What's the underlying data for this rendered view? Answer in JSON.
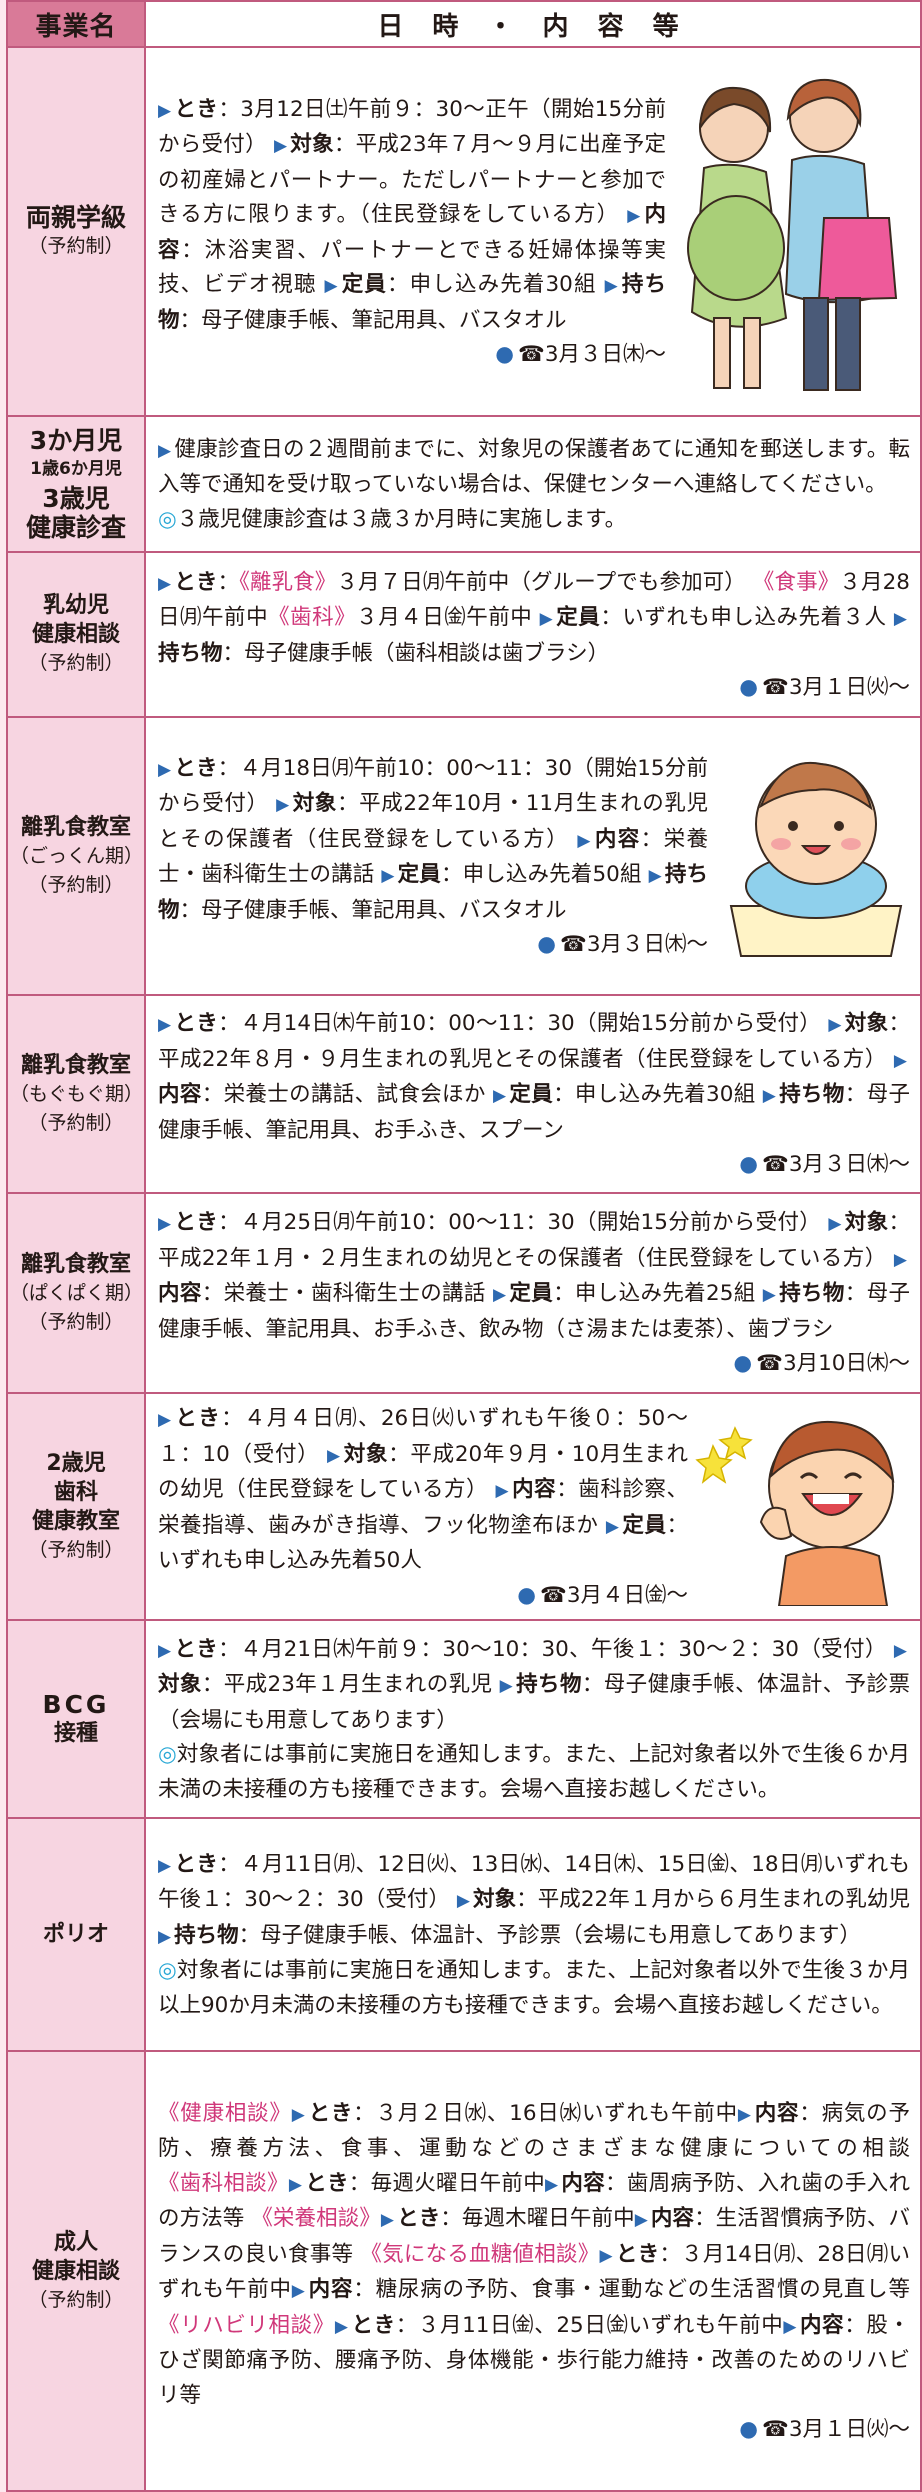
{
  "header": {
    "name": "事業名",
    "detail": "日 時 ・ 内 容 等"
  },
  "labels": {
    "toki": "とき",
    "taisho": "対象",
    "naiyo": "内容",
    "teiin": "定員",
    "mochimono": "持ち物",
    "colon": "：",
    "arrow": "▶",
    "dot": "●",
    "tel": "☎",
    "circle": "◎"
  },
  "rows": [
    {
      "name": [
        "両親学級",
        "（予約制）"
      ],
      "toki": "3月12日㈯午前９：30～正午（開始15分前から受付）",
      "taisho": "平成23年７月～９月に出産予定の初産婦とパートナー。ただしパートナーと参加できる方に限ります。（住民登録をしている方）",
      "naiyo": "沐浴実習、パートナーとできる妊婦体操等実技、ビデオ視聴",
      "teiin": "申し込み先着30組",
      "mochimono": "母子健康手帳、筆記用具、バスタオル",
      "contact": "3月３日㈭～"
    },
    {
      "name": [
        "3か月児",
        "1歳6か月児",
        "3歳児",
        "健康診査"
      ],
      "text": "健康診査日の２週間前までに、対象児の保護者あてに通知を郵送します。転入等で通知を受け取っていない場合は、保健センターへ連絡してください。",
      "note": "３歳児健康診査は３歳３か月時に実施します。"
    },
    {
      "name": [
        "乳幼児",
        "健康相談",
        "（予約制）"
      ],
      "cat1": "《離乳食》",
      "t1": "３月７日㈪午前中（グループでも参加可）",
      "cat2": "《食事》",
      "t2": "３月28日㈪午前中",
      "cat3": "《歯科》",
      "t3": "３月４日㈮午前中",
      "teiin": "いずれも申し込み先着３人",
      "mochimono": "母子健康手帳（歯科相談は歯ブラシ）",
      "contact": "3月１日㈫～"
    },
    {
      "name": [
        "離乳食教室",
        "（ごっくん期）",
        "（予約制）"
      ],
      "toki": "４月18日㈪午前10：00～11：30（開始15分前から受付）",
      "taisho": "平成22年10月・11月生まれの乳児とその保護者（住民登録をしている方）",
      "naiyo": "栄養士・歯科衛生士の講話",
      "teiin": "申し込み先着50組",
      "mochimono": "母子健康手帳、筆記用具、バスタオル",
      "contact": "3月３日㈭～"
    },
    {
      "name": [
        "離乳食教室",
        "（もぐもぐ期）",
        "（予約制）"
      ],
      "toki": "４月14日㈭午前10：00～11：30（開始15分前から受付）",
      "taisho": "平成22年８月・９月生まれの乳児とその保護者（住民登録をしている方）",
      "naiyo": "栄養士の講話、試食会ほか",
      "teiin": "申し込み先着30組",
      "mochimono": "母子健康手帳、筆記用具、お手ふき、スプーン",
      "contact": "3月３日㈭～"
    },
    {
      "name": [
        "離乳食教室",
        "（ぱくぱく期）",
        "（予約制）"
      ],
      "toki": "４月25日㈪午前10：00～11：30（開始15分前から受付）",
      "taisho": "平成22年１月・２月生まれの幼児とその保護者（住民登録をしている方）",
      "naiyo": "栄養士・歯科衛生士の講話",
      "teiin": "申し込み先着25組",
      "mochimono": "母子健康手帳、筆記用具、お手ふき、飲み物（さ湯または麦茶）、歯ブラシ",
      "contact": "3月10日㈭～"
    },
    {
      "name": [
        "2歳児",
        "歯科",
        "健康教室",
        "（予約制）"
      ],
      "toki": "４月４日㈪、26日㈫いずれも午後０：50～１：10（受付）",
      "taisho": "平成20年９月・10月生まれの幼児（住民登録をしている方）",
      "naiyo": "歯科診察、栄養指導、歯みがき指導、フッ化物塗布ほか",
      "teiin": "いずれも申し込み先着50人",
      "contact": "3月４日㈮～"
    },
    {
      "name": [
        "BCG",
        "接種"
      ],
      "toki": "４月21日㈭午前９：30～10：30、午後１：30～２：30（受付）",
      "taisho": "平成23年１月生まれの乳児",
      "mochimono": "母子健康手帳、体温計、予診票（会場にも用意してあります）",
      "note": "対象者には事前に実施日を通知します。また、上記対象者以外で生後６か月未満の未接種の方も接種できます。会場へ直接お越しください。"
    },
    {
      "name": [
        "ポリオ"
      ],
      "toki": "４月11日㈪、12日㈫、13日㈬、14日㈭、15日㈮、18日㈪いずれも午後１：30～２：30（受付）",
      "taisho": "平成22年１月から６月生まれの乳幼児",
      "mochimono": "母子健康手帳、体温計、予診票（会場にも用意してあります）",
      "note": "対象者には事前に実施日を通知します。また、上記対象者以外で生後３か月以上90か月未満の未接種の方も接種できます。会場へ直接お越しください。"
    },
    {
      "name": [
        "成人",
        "健康相談",
        "（予約制）"
      ],
      "cat1": "《健康相談》",
      "toki1": "３月２日㈬、16日㈬いずれも午前中",
      "naiyo1": "病気の予防、療養方法、食事、運動などのさまざまな健康についての相談",
      "cat2": "《歯科相談》",
      "toki2": "毎週火曜日午前中",
      "naiyo2": "歯周病予防、入れ歯の手入れの方法等",
      "cat3": "《栄養相談》",
      "toki3": "毎週木曜日午前中",
      "naiyo3": "生活習慣病予防、バランスの良い食事等",
      "cat4": "《気になる血糖値相談》",
      "toki4": "３月14日㈪、28日㈪いずれも午前中",
      "naiyo4": "糖尿病の予防、食事・運動などの生活習慣の見直し等",
      "cat5": "《リハビリ相談》",
      "toki5": "３月11日㈮、25日㈮いずれも午前中",
      "naiyo5": "股・ひざ関節痛予防、腰痛予防、身体機能・歩行能力維持・改善のためのリハビリ等",
      "contact": "3月１日㈫～"
    }
  ]
}
